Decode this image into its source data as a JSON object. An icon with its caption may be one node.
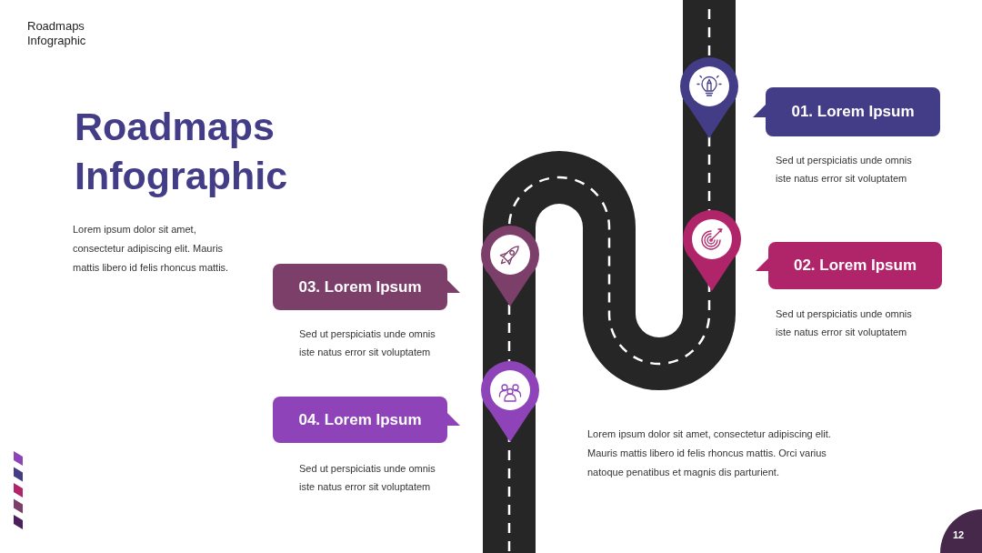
{
  "diagram": {
    "title": "Roadmaps Infographic",
    "nodes": [
      {
        "text": [
          "01. Lorem Ipsum"
        ],
        "beside": [
          "Sed ut perspiciatis unde omnis iste natus error sit voluptatem"
        ]
      },
      {
        "text": [
          "02. Lorem Ipsum"
        ],
        "beside": [
          "Sed ut perspiciatis unde omnis iste natus error sit voluptatem"
        ]
      },
      {
        "text": [
          "03. Lorem Ipsum"
        ],
        "beside": [
          "Sed ut perspiciatis unde omnis iste natus error sit voluptatem"
        ]
      },
      {
        "text": [
          "04. Lorem Ipsum"
        ],
        "beside": [
          "Sed ut perspiciatis unde omnis iste natus error sit voluptatem"
        ]
      }
    ],
    "labels": [
      "Roadmaps Infographic",
      "Lorem ipsum dolor sit amet, consectetur adipiscing elit. Mauris mattis libero id felis rhoncus mattis.",
      "Lorem ipsum dolor sit amet, consectetur adipiscing elit. Mauris mattis libero id felis rhoncus mattis. Orci varius natoque penatibus et magnis dis parturient.",
      "12"
    ]
  }
}
